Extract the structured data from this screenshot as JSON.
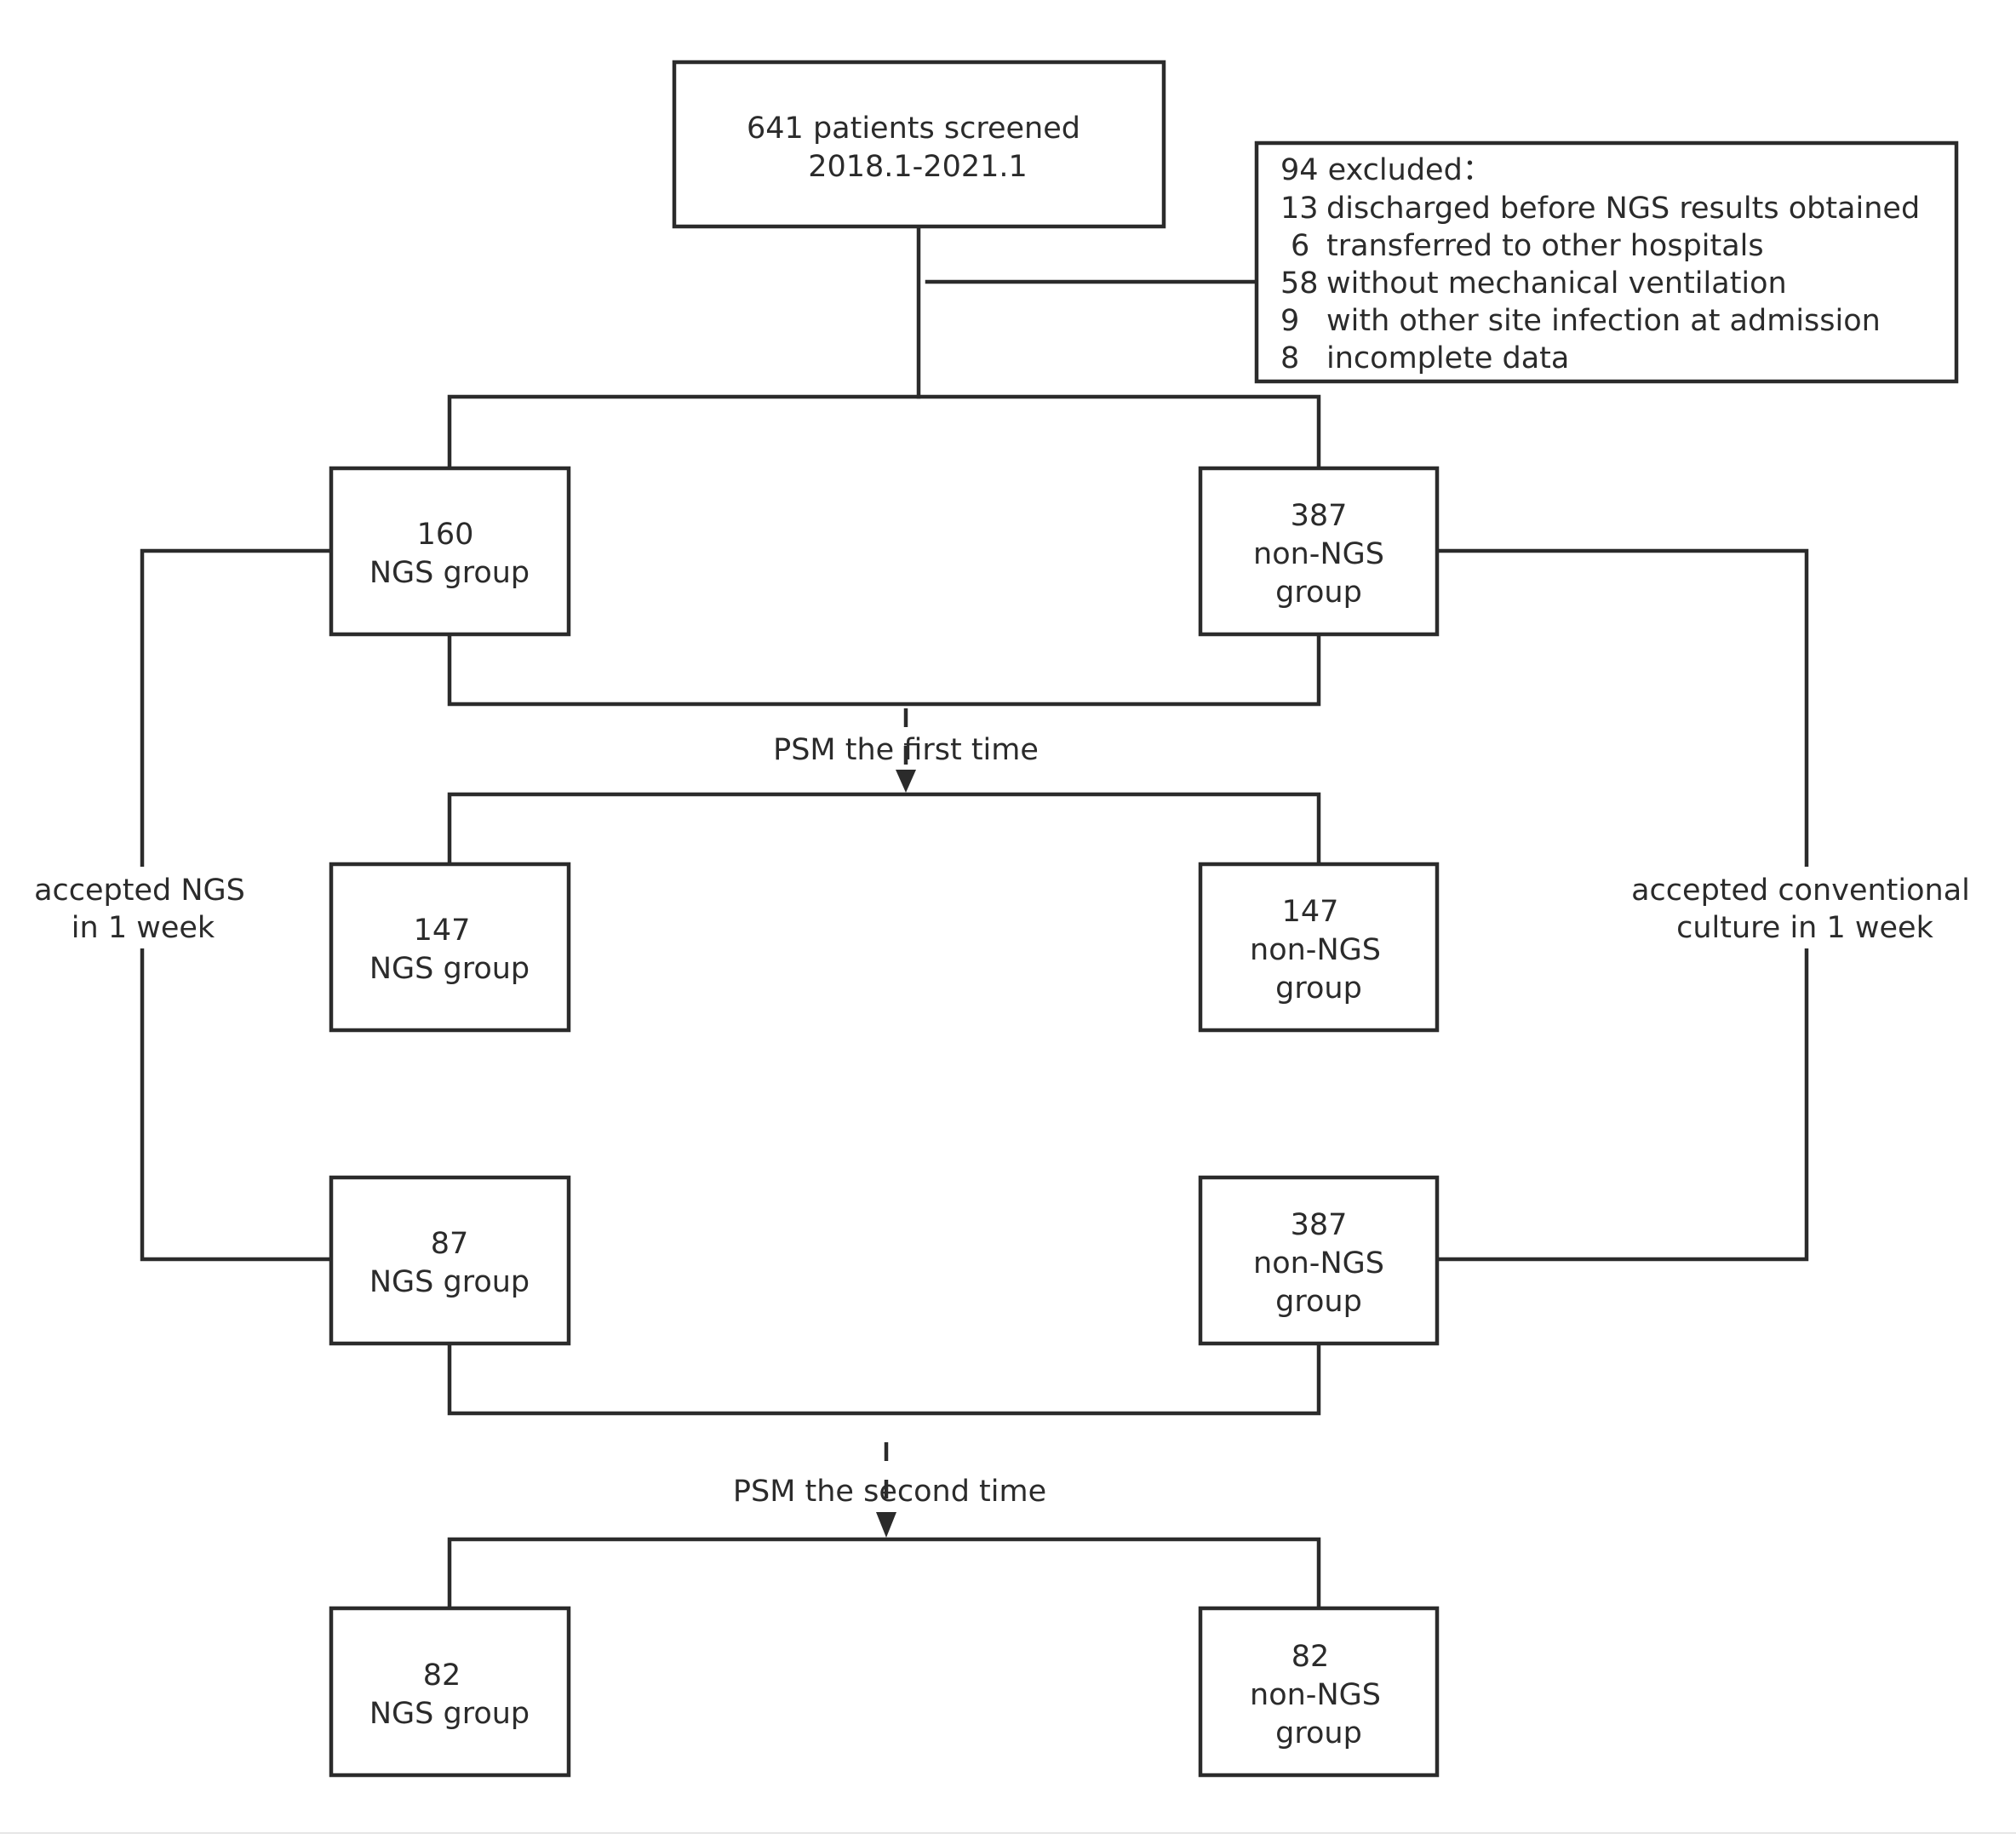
{
  "screening": {
    "line1": "641 patients screened",
    "line2": "2018.1-2021.1"
  },
  "excluded": {
    "header": "94 excluded：",
    "rows": [
      {
        "count": "13",
        "reason": "discharged before NGS results obtained"
      },
      {
        "count": "6",
        "reason": "transferred to other hospitals"
      },
      {
        "count": "58",
        "reason": "without mechanical ventilation"
      },
      {
        "count": "9",
        "reason": "with other site infection at admission"
      },
      {
        "count": "8",
        "reason": "incomplete data"
      }
    ]
  },
  "initial_groups": {
    "ngs": {
      "count": "160",
      "label": "NGS group"
    },
    "non_ngs": {
      "count": "387",
      "label1": "non-NGS",
      "label2": "group"
    }
  },
  "psm_first": {
    "label": "PSM the first time"
  },
  "matched_first": {
    "ngs": {
      "count": "147",
      "label": "NGS group"
    },
    "non_ngs": {
      "count": "147",
      "label1": "non-NGS",
      "label2": "group"
    }
  },
  "side_labels": {
    "left": {
      "line1": "accepted NGS",
      "line2": "in 1 week"
    },
    "right": {
      "line1": "accepted conventional",
      "line2": "culture in 1 week"
    }
  },
  "subgroups": {
    "ngs": {
      "count": "87",
      "label": "NGS group"
    },
    "non_ngs": {
      "count": "387",
      "label1": "non-NGS",
      "label2": "group"
    }
  },
  "psm_second": {
    "label": "PSM the second time"
  },
  "matched_second": {
    "ngs": {
      "count": "82",
      "label": "NGS group"
    },
    "non_ngs": {
      "count": "82",
      "label1": "non-NGS",
      "label2": "group"
    }
  },
  "colors": {
    "stroke": "#2b2b2b",
    "background": "#ffffff"
  }
}
